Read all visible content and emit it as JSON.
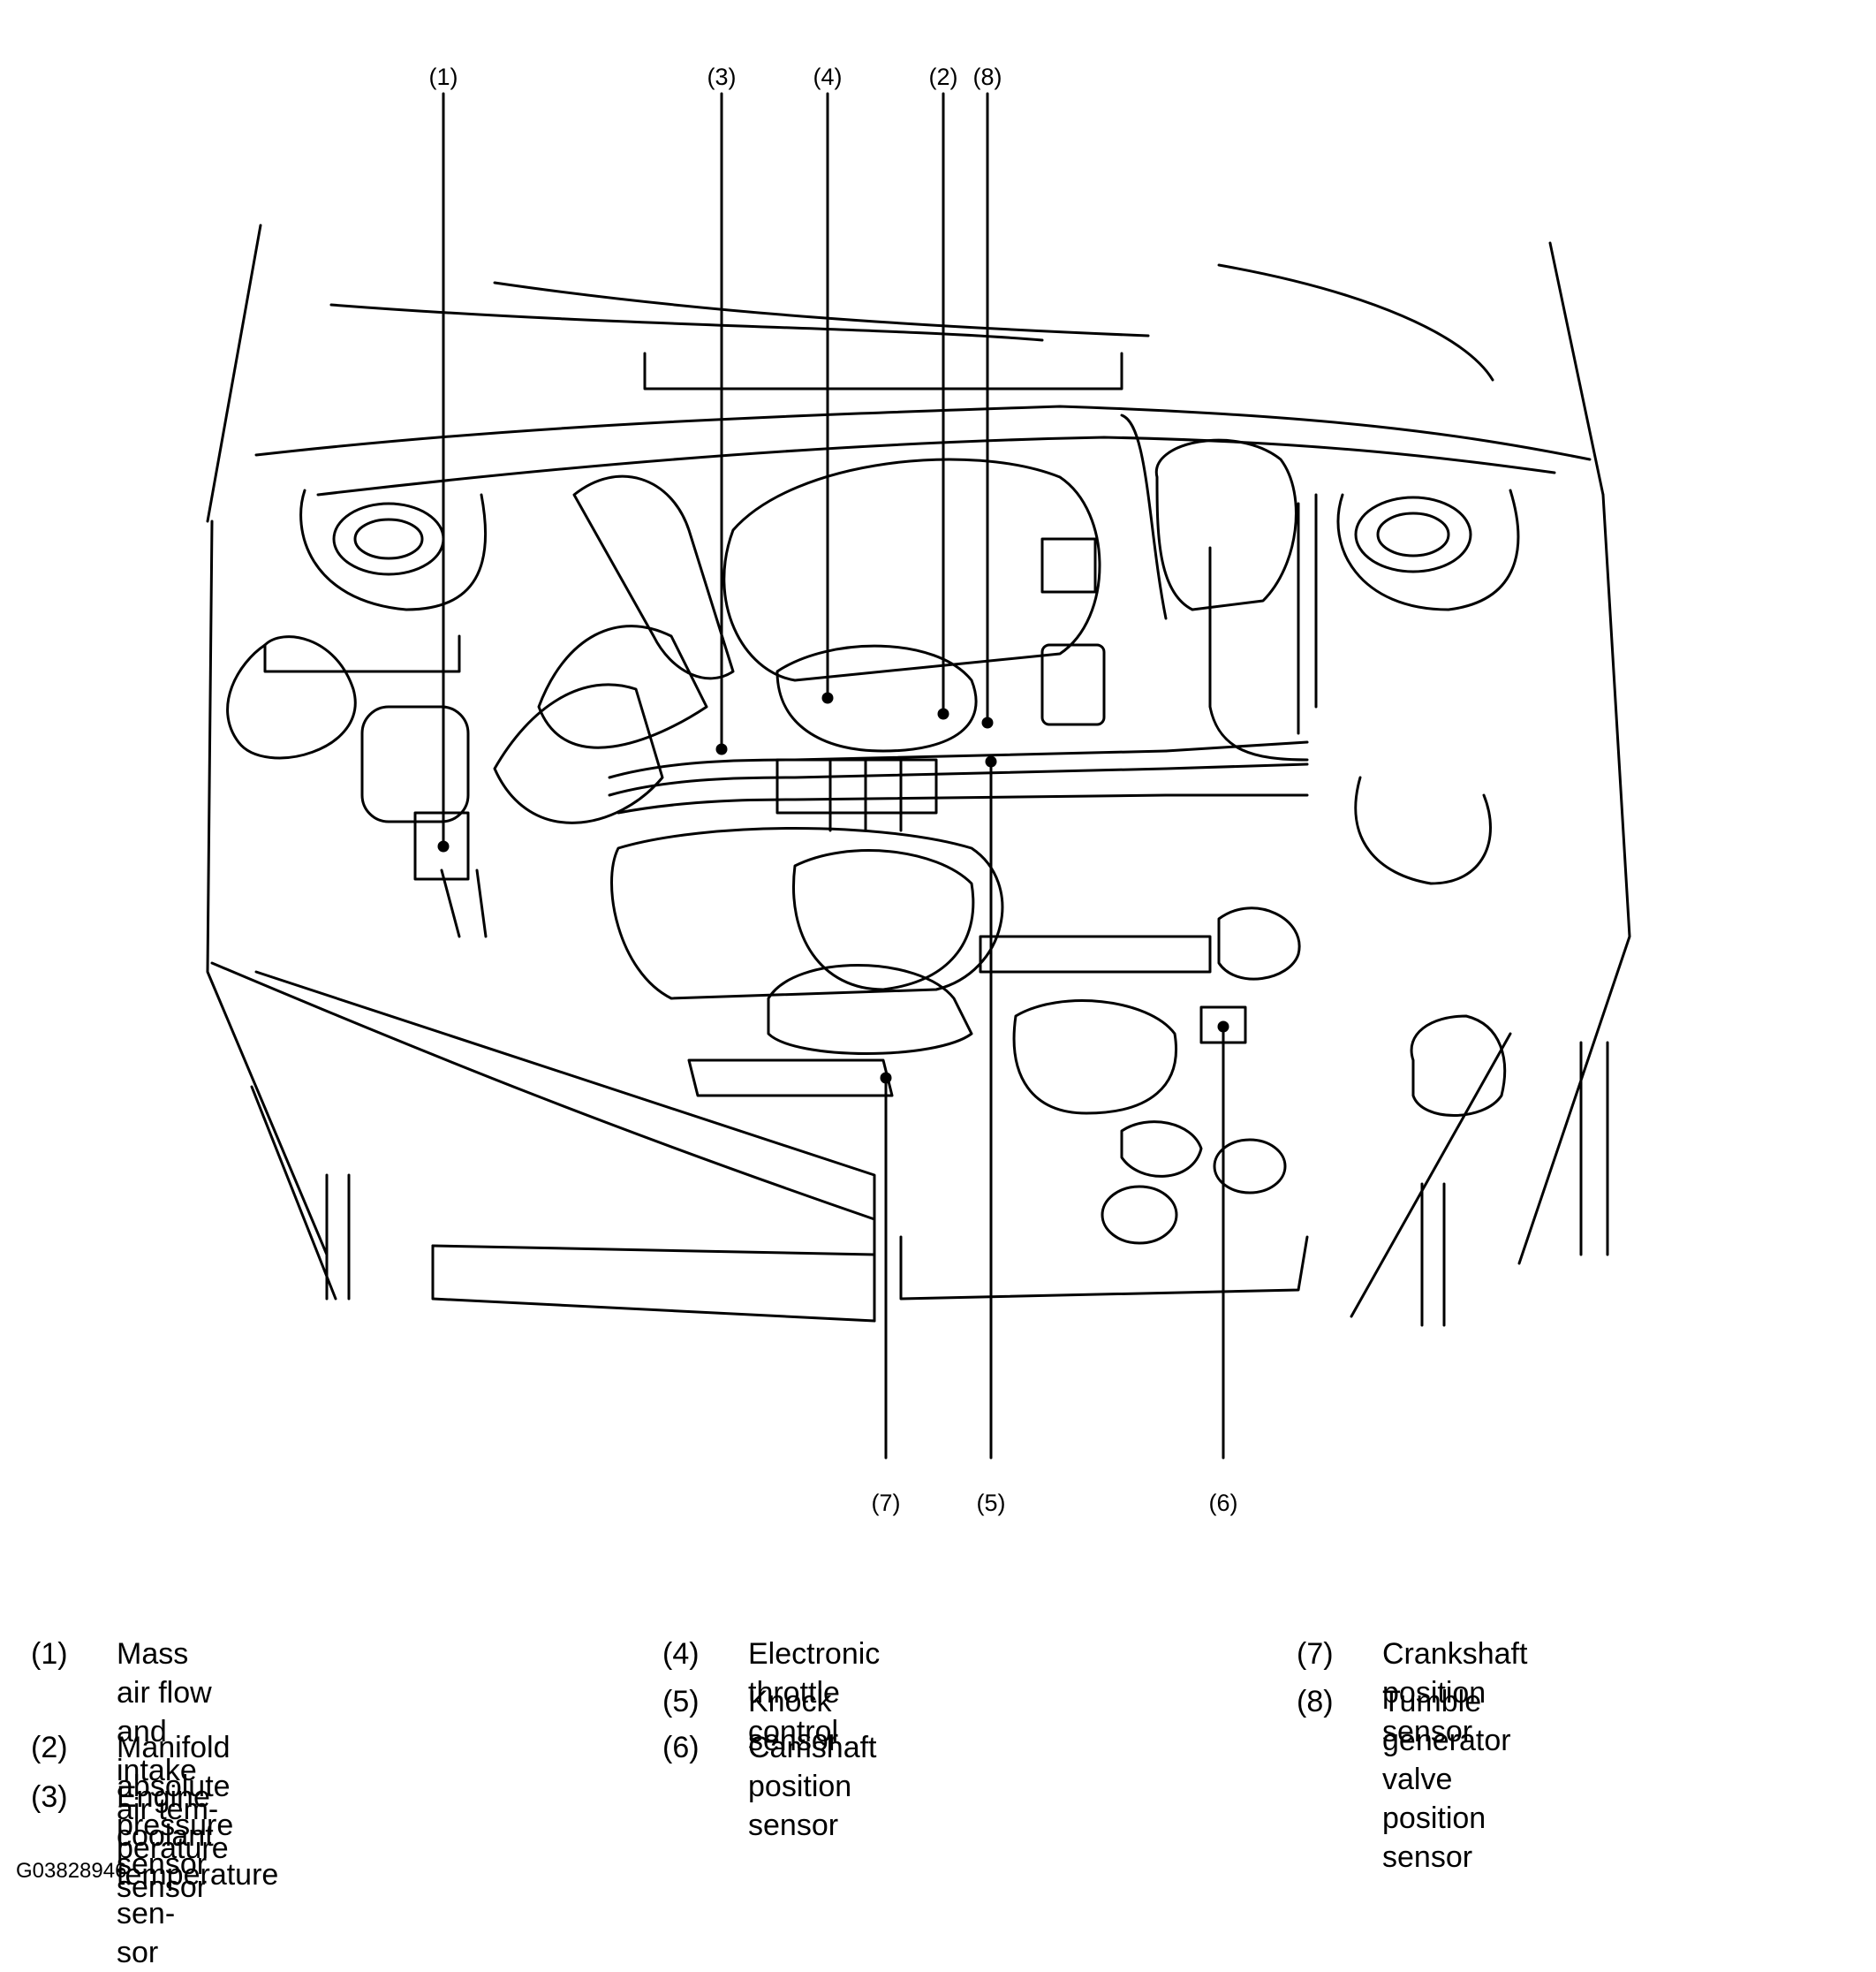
{
  "callouts": [
    "(1)",
    "(3)",
    "(4)",
    "(2)",
    "(8)",
    "(7)",
    "(5)",
    "(6)"
  ],
  "legend": [
    {
      "num": "(1)",
      "line1": "Mass air flow and intake air tem-",
      "line2": "perature sensor"
    },
    {
      "num": "(2)",
      "line1": "Manifold absolute pressure sensor",
      "line2": ""
    },
    {
      "num": "(3)",
      "line1": "Engine coolant temperature sen-",
      "line2": "sor"
    },
    {
      "num": "(4)",
      "line1": "Electronic throttle control",
      "line2": ""
    },
    {
      "num": "(5)",
      "line1": "Knock sensor",
      "line2": ""
    },
    {
      "num": "(6)",
      "line1": "Camshaft position sensor",
      "line2": ""
    },
    {
      "num": "(7)",
      "line1": "Crankshaft position sensor",
      "line2": ""
    },
    {
      "num": "(8)",
      "line1": "Tumble generator valve position",
      "line2": "sensor"
    }
  ],
  "figure_id": "G03828946"
}
